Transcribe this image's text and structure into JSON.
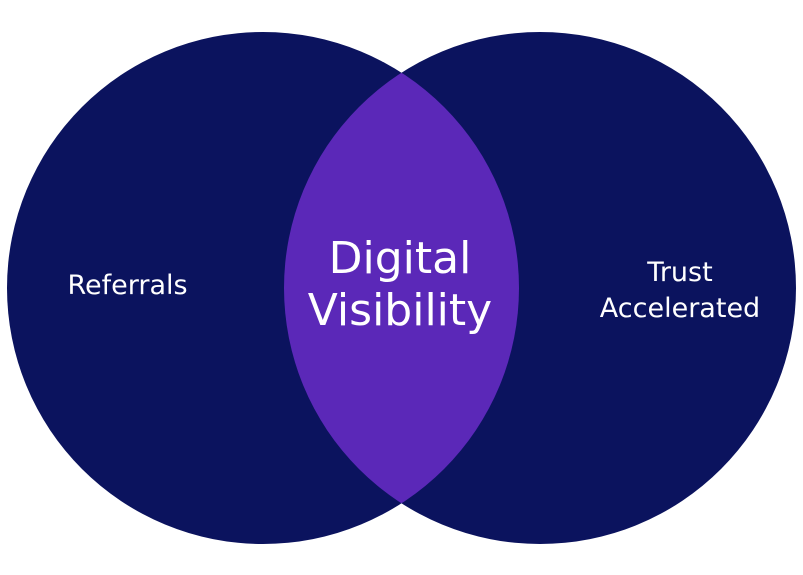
{
  "diagram": {
    "type": "venn",
    "colors": {
      "circle_fill": "#0b135e",
      "overlap_fill": "#5b28b8",
      "text": "#ffffff"
    },
    "circles": [
      {
        "label": "Referrals"
      },
      {
        "label_lines": [
          "Trust",
          "Accelerated"
        ]
      }
    ],
    "overlap": {
      "label_lines": [
        "Digital",
        "Visibility"
      ]
    }
  }
}
